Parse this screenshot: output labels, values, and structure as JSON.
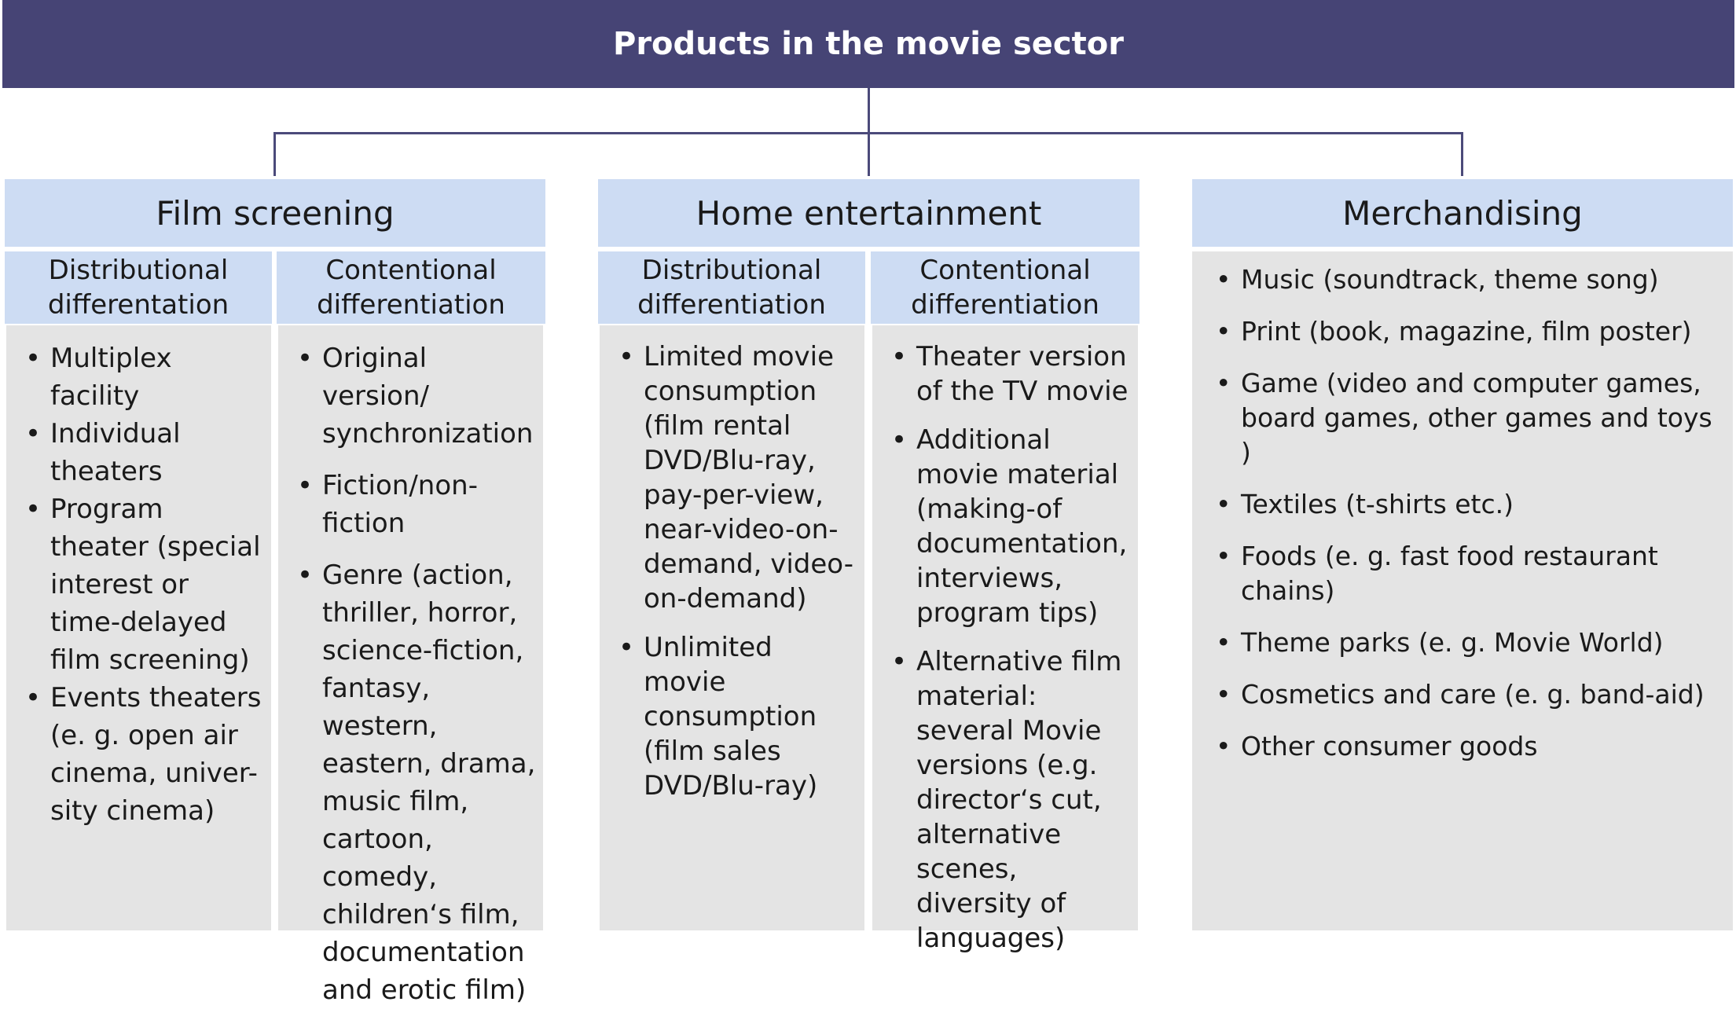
{
  "title": "Products in the movie sector",
  "sections": [
    {
      "name": "Film screening",
      "columns": [
        {
          "heading": [
            "Distributional",
            "differentation"
          ],
          "items": [
            "Multiplex facility",
            "Individual theaters",
            "Program theater (special interest or time-delayed film screening)",
            "Events theaters (e. g. open air cinema, univer-sity cinema)"
          ]
        },
        {
          "heading": [
            "Contentional",
            "differentiation"
          ],
          "items": [
            "Original version/ synchronization",
            "Fiction/non-fiction",
            "Genre (action, thriller, horror, science-fiction, fantasy, western, eastern, drama, music film, cartoon, comedy, children‘s film, documentation and erotic film)"
          ]
        }
      ]
    },
    {
      "name": "Home entertainment",
      "columns": [
        {
          "heading": [
            "Distributional",
            "differentiation"
          ],
          "items": [
            "Limited movie consumption (film rental DVD/Blu-ray, pay-per-view, near-video-on-demand, video-on-demand)",
            "Unlimited movie consumption (film sales DVD/Blu-ray)"
          ]
        },
        {
          "heading": [
            "Contentional",
            "differentiation"
          ],
          "items": [
            "Theater version of the TV movie",
            "Additional movie material (making-of documentation, interviews, program tips)",
            "Alternative film material: several Movie versions (e.g. director‘s cut, alternative scenes, diversity of languages)"
          ]
        }
      ]
    },
    {
      "name": "Merchandising",
      "items": [
        "Music (soundtrack, theme song)",
        "Print (book, magazine, film poster)",
        "Game (video and computer games, board games, other games and toys )",
        "Textiles (t-shirts etc.)",
        "Foods (e. g. fast food restaurant chains)",
        "Theme parks (e. g. Movie World)",
        "Cosmetics and care (e. g. band-aid)",
        "Other consumer goods"
      ]
    }
  ]
}
